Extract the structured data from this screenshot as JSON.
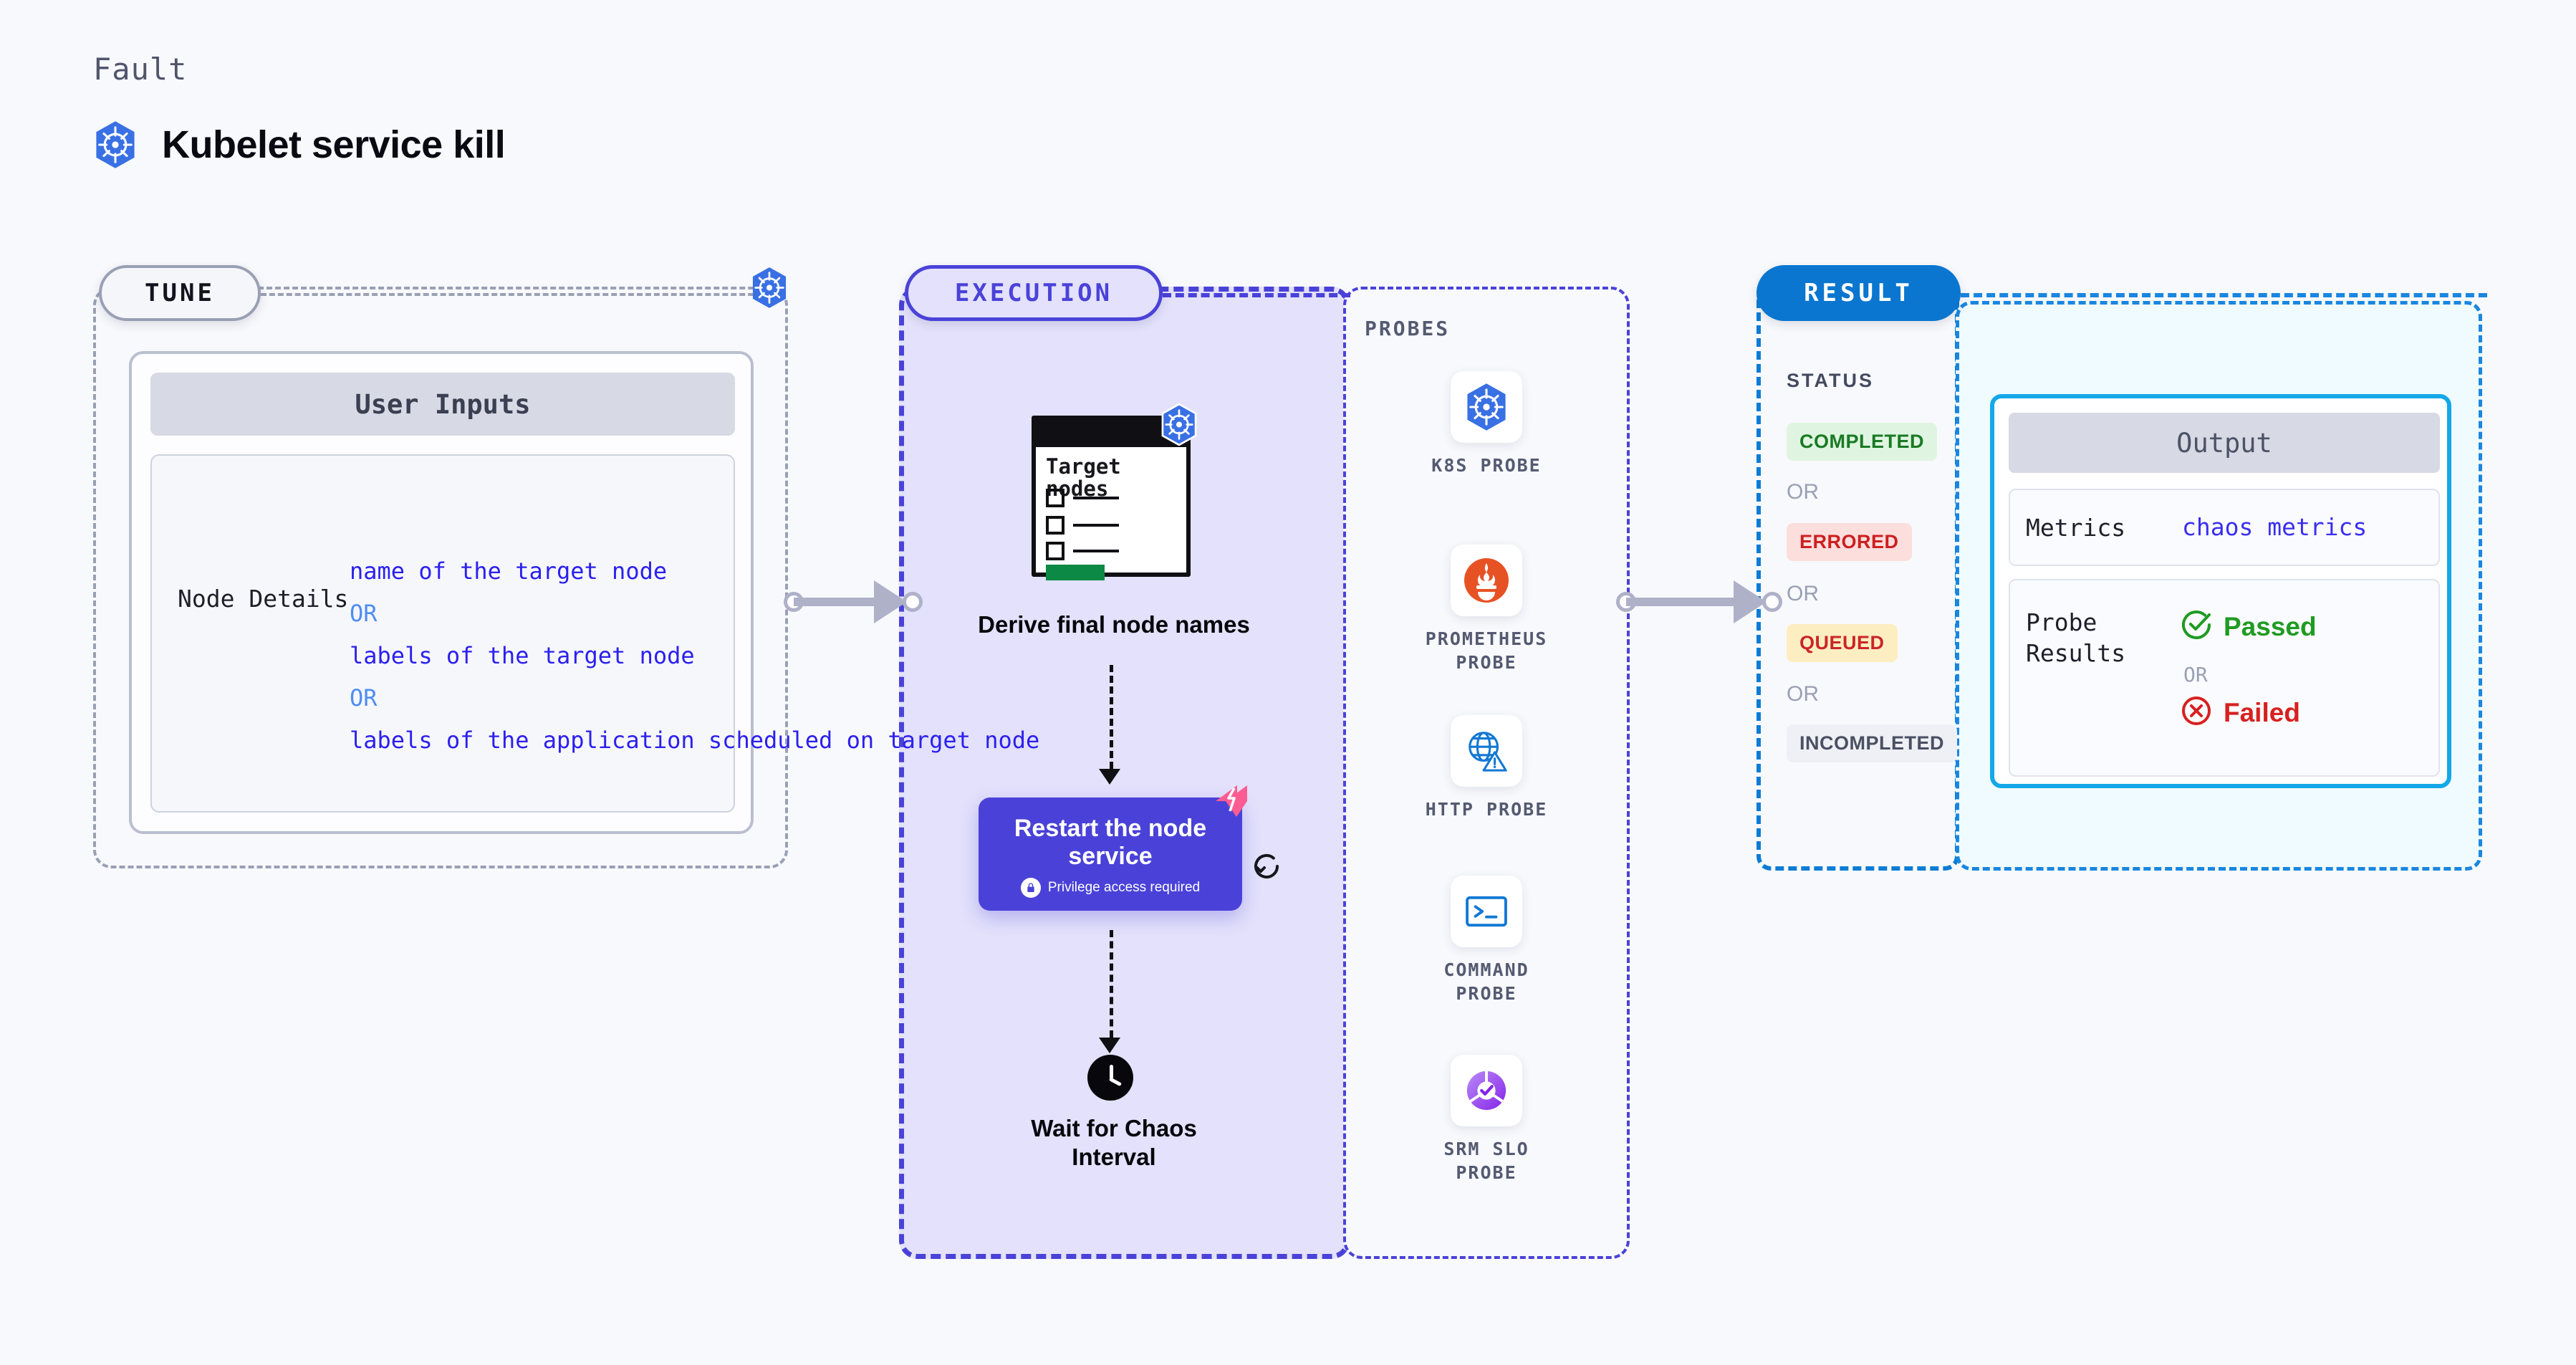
{
  "header": {
    "eyebrow": "Fault",
    "title": "Kubelet service kill",
    "icon": "kubernetes-icon"
  },
  "tune": {
    "pill_label": "TUNE",
    "edge_icon": "kubernetes-icon",
    "card": {
      "title": "User Inputs",
      "rows": [
        {
          "key": "Node Details",
          "values": [
            "name of the target node",
            "labels of the target node",
            "labels of the application scheduled on target node"
          ],
          "separator": "OR"
        }
      ]
    }
  },
  "execution": {
    "pill_label": "EXECUTION",
    "nodes": [
      {
        "id": "derive-final-node-names",
        "label": "Derive final node names",
        "card_title": "Target nodes",
        "badge_icon": "kubernetes-icon"
      },
      {
        "id": "restart-node-service",
        "label": "Restart the node service",
        "sub_label": "Privilege access required",
        "sub_icon": "lock-icon",
        "fault_badge_icon": "harness-fault-icon",
        "retry_icon": "retry-icon",
        "color": "#4a42d8"
      },
      {
        "id": "wait-for-chaos-interval",
        "label": "Wait for Chaos Interval",
        "icon": "clock-icon"
      }
    ]
  },
  "probes": {
    "title": "PROBES",
    "items": [
      {
        "label": "K8S PROBE",
        "icon": "kubernetes-icon"
      },
      {
        "label": "PROMETHEUS PROBE",
        "icon": "prometheus-icon"
      },
      {
        "label": "HTTP PROBE",
        "icon": "globe-warning-icon"
      },
      {
        "label": "COMMAND PROBE",
        "icon": "terminal-icon"
      },
      {
        "label": "SRM SLO PROBE",
        "icon": "srm-slo-icon"
      }
    ]
  },
  "result": {
    "pill_label": "RESULT",
    "status_title": "STATUS",
    "separator": "OR",
    "statuses": [
      {
        "label": "COMPLETED",
        "bg": "#dff5e1",
        "fg": "#1a7a24"
      },
      {
        "label": "ERRORED",
        "bg": "#fcdedd",
        "fg": "#cc2020"
      },
      {
        "label": "QUEUED",
        "bg": "#fdeec2",
        "fg": "#cb2626"
      },
      {
        "label": "INCOMPLETED",
        "bg": "#eff0f5",
        "fg": "#4a4f63"
      }
    ]
  },
  "output": {
    "title": "Output",
    "metrics_key": "Metrics",
    "metrics_value": "chaos metrics",
    "probe_results_key": "Probe Results",
    "separator": "OR",
    "passed_label": "Passed",
    "failed_label": "Failed",
    "passed_icon": "check-circle-icon",
    "failed_icon": "x-circle-icon"
  },
  "colors": {
    "page_bg": "#f8f9fc",
    "tune_border": "#9aa0b4",
    "execution": "#4a42d8",
    "execution_bg": "#e3e1fb",
    "result": "#0a76cf",
    "output_border": "#14a8e8",
    "output_bg": "#f0fbff",
    "connector": "#aeb1c8",
    "link": "#2b20ee"
  }
}
